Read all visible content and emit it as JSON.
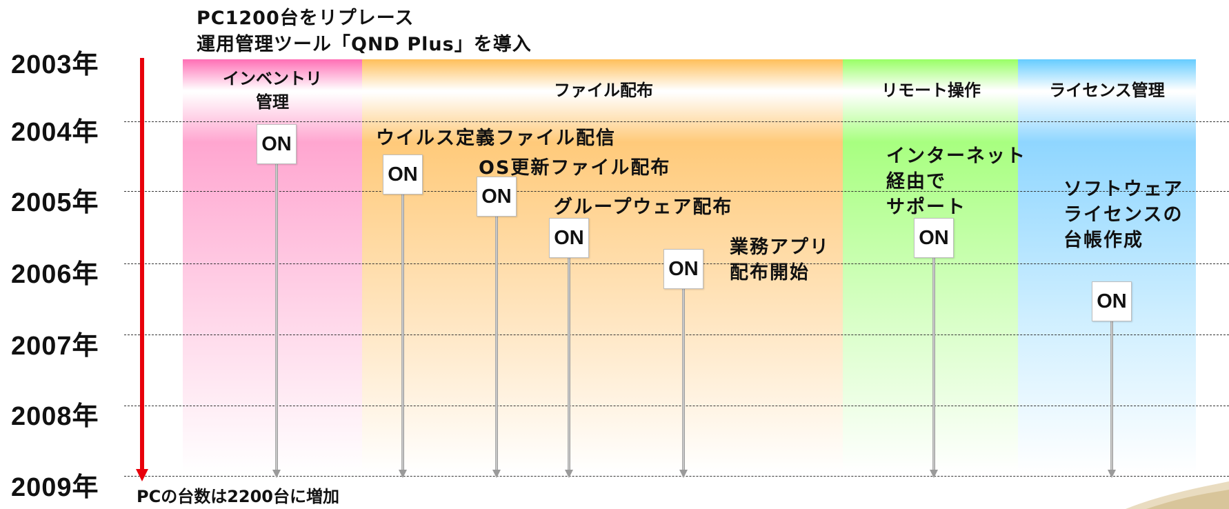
{
  "header": {
    "line1": "PC1200台をリプレース",
    "line2": "運用管理ツール「QND Plus」を導入"
  },
  "years": [
    "2003年",
    "2004年",
    "2005年",
    "2006年",
    "2007年",
    "2008年",
    "2009年"
  ],
  "columns": {
    "inventory": {
      "title": "インベントリ\n管理",
      "color": "#ff6fb5"
    },
    "file_distribution": {
      "title": "ファイル配布",
      "color": "#ffbf5a"
    },
    "remote": {
      "title": "リモート操作",
      "color": "#99ff66"
    },
    "license": {
      "title": "ライセンス管理",
      "color": "#66ccff"
    }
  },
  "on_label": "ON",
  "events": {
    "inventory": "",
    "virus": "ウイルス定義ファイル配信",
    "os": "OS更新ファイル配布",
    "groupware": "グループウェア配布",
    "business_app": "業務アプリ\n配布開始",
    "internet_support": "インターネット\n経由で\nサポート",
    "software_ledger": "ソフトウェア\nライセンスの\n台帳作成"
  },
  "footer": "PCの台数は2200台に増加",
  "timeline_color": "#e8000b"
}
